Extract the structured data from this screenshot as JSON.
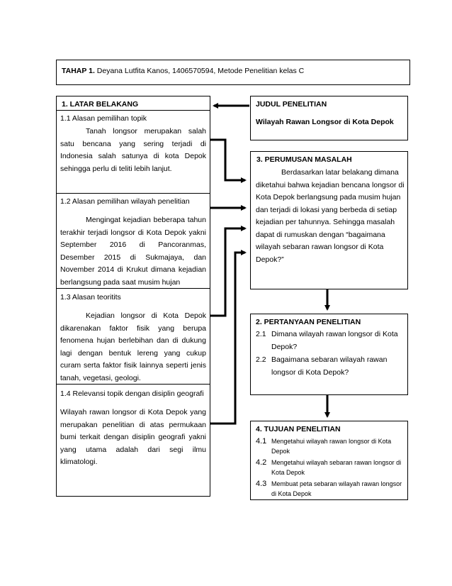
{
  "header": {
    "stage_label": "TAHAP 1.",
    "stage_text": " Deyana Lutfita Kanos, 1406570594, Metode Penelitian kelas C"
  },
  "latar": {
    "title": "1.  LATAR BELAKANG",
    "s1_title": "1.1  Alasan pemilihan topik",
    "s1_body": "Tanah longsor merupakan salah satu bencana yang sering terjadi di Indonesia salah satunya di kota Depok sehingga perlu di teliti lebih lanjut.",
    "s2_title": "1.2 Alasan pemilihan wilayah penelitian",
    "s2_body": "Mengingat kejadian beberapa tahun terakhir terjadi longsor di Kota Depok yakni September 2016 di Pancoranmas, Desember 2015 di Sukmajaya, dan November 2014 di Krukut dimana kejadian berlangsung pada saat musim hujan",
    "s3_title": "1.3 Alasan teoritits",
    "s3_body": "Kejadian longsor di Kota Depok dikarenakan faktor fisik yang berupa fenomena hujan berlebihan dan di dukung lagi dengan bentuk lereng yang cukup curam serta faktor fisik lainnya seperti jenis tanah, vegetasi, geologi.",
    "s4_title": "1.4  Relevansi topik dengan disiplin geografi",
    "s4_body": "Wilayah rawan longsor di Kota Depok yang merupakan penelitian di atas permukaan bumi terkait dengan disiplin geografi yakni yang utama adalah dari segi ilmu klimatologi."
  },
  "judul": {
    "title": "JUDUL PENELITIAN",
    "text": "Wilayah Rawan Longsor di Kota Depok"
  },
  "perumusan": {
    "title": "3.  PERUMUSAN MASALAH",
    "body1": "Berdasarkan latar belakang dimana diketahui bahwa kejadian bencana longsor di Kota Depok berlangsung pada musim hujan dan terjadi di lokasi yang berbeda di setiap kejadian per tahunnya. Sehingga masalah dapat di rumuskan dengan",
    "body2": "“bagaimana wilayah sebaran rawan longsor di Kota Depok?”"
  },
  "pertanyaan": {
    "title": "2.  PERTANYAAN PENELITIAN",
    "items": [
      {
        "num": "2.1",
        "text": "Dimana wilayah rawan longsor di Kota Depok?"
      },
      {
        "num": "2.2",
        "text": "Bagaimana sebaran wilayah rawan longsor di Kota Depok?"
      }
    ]
  },
  "tujuan": {
    "title": "4.  TUJUAN PENELITIAN",
    "items": [
      {
        "num": "4.1",
        "text": "Mengetahui wilayah rawan longsor di Kota Depok"
      },
      {
        "num": "4.2",
        "text": "Mengetahui wilayah sebaran rawan longsor di Kota Depok"
      },
      {
        "num": "4.3",
        "text": "Membuat peta sebaran wilayah rawan longsor di Kota Depok"
      }
    ]
  }
}
